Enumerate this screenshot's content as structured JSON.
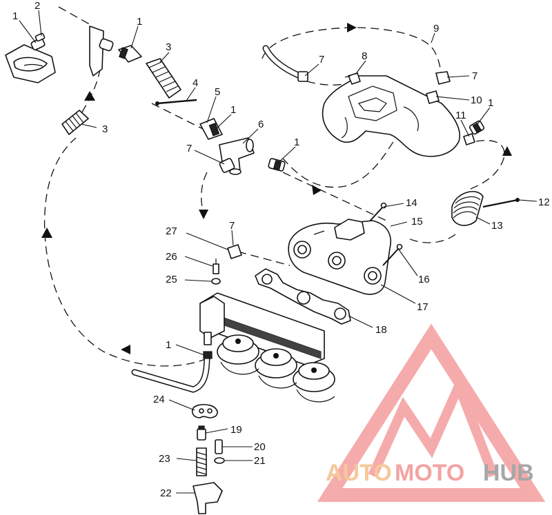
{
  "callouts": {
    "c1a": "1",
    "c2": "2",
    "c1b": "1",
    "c3a": "3",
    "c3b": "3",
    "c4": "4",
    "c5": "5",
    "c1c": "1",
    "c6": "6",
    "c7a": "7",
    "c1d": "1",
    "c9": "9",
    "c7b": "7",
    "c8": "8",
    "c7c": "7",
    "c10": "10",
    "c11": "11",
    "c1e": "1",
    "c14": "14",
    "c12": "12",
    "c15": "15",
    "c13": "13",
    "c27": "27",
    "c7d": "7",
    "c26": "26",
    "c25": "25",
    "c16": "16",
    "c17": "17",
    "c18": "18",
    "c1f": "1",
    "c24": "24",
    "c19": "19",
    "c20": "20",
    "c23": "23",
    "c21": "21",
    "c22": "22"
  },
  "watermark": {
    "part1": "AUTO",
    "part2": "MOTO",
    "part3": "HUB"
  },
  "colors": {
    "watermark_red": "#f4a3a3",
    "watermark_orange": "#f6c89b",
    "watermark_gray": "#a7a7a7"
  }
}
